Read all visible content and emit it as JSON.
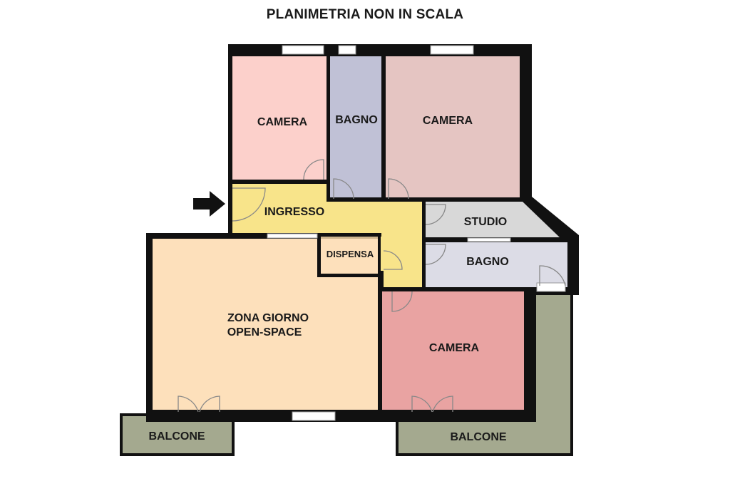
{
  "title": "PLANIMETRIA NON IN SCALA",
  "colors": {
    "wall": "#111111",
    "camera_top_left": "#fcd0cb",
    "bagno_top": "#c0c1d6",
    "camera_top_right": "#e5c5c2",
    "ingresso": "#f8e48a",
    "studio": "#d8d8d8",
    "bagno_right": "#dcdce6",
    "dispensa": "#cdb58f",
    "zona_giorno": "#fde0bb",
    "camera_bottom": "#e9a3a2",
    "balcone": "#a4a98f"
  },
  "rooms": {
    "camera_top_left": "CAMERA",
    "bagno_top": "BAGNO",
    "camera_top_right": "CAMERA",
    "ingresso": "INGRESSO",
    "studio": "STUDIO",
    "bagno_right": "BAGNO",
    "dispensa": "DISPENSA",
    "zona_giorno_line1": "ZONA GIORNO",
    "zona_giorno_line2": "OPEN-SPACE",
    "camera_bottom": "CAMERA",
    "balcone_left": "BALCONE",
    "balcone_right": "BALCONE"
  },
  "entrance_icon": "arrow-right-icon"
}
